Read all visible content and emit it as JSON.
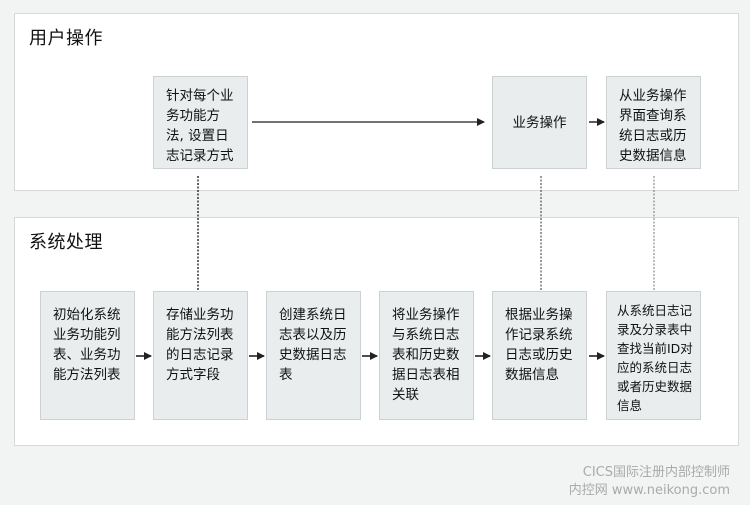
{
  "user_panel": {
    "title": "用户操作",
    "steps": [
      {
        "id": "u1",
        "text": "针对每个业\n务功能方\n法, 设置日\n志记录方式"
      },
      {
        "id": "u2",
        "text": "业务操作"
      },
      {
        "id": "u3",
        "text": "从业务操作\n界面查询系\n统日志或历\n史数据信息"
      }
    ]
  },
  "system_panel": {
    "title": "系统处理",
    "steps": [
      {
        "id": "s1",
        "text": "初始化系统\n业务功能列\n表、业务功\n能方法列表"
      },
      {
        "id": "s2",
        "text": "存储业务功\n能方法列表\n的日志记录\n方式字段"
      },
      {
        "id": "s3",
        "text": "创建系统日\n志表以及历\n史数据日志\n表"
      },
      {
        "id": "s4",
        "text": "将业务操作\n与系统日志\n表和历史数\n据日志表相\n关联"
      },
      {
        "id": "s5",
        "text": "根据业务操\n作记录系统\n日志或历史\n数据信息"
      },
      {
        "id": "s6",
        "text": "从系统日志记\n录及分录表中\n查找当前ID对\n应的系统日志\n或者历史数据\n信息"
      }
    ]
  },
  "connectors": {
    "arrows": [
      "u1->u2",
      "u2->u3",
      "s1->s2",
      "s2->s3",
      "s3->s4",
      "s4->s5",
      "s5->s6"
    ],
    "dotted_links": [
      "u1-s2",
      "u2-s5",
      "u3-s6"
    ]
  },
  "watermark": {
    "line1": "CICS国际注册内部控制师",
    "line2": "内控网 www.neikong.com"
  },
  "colors": {
    "background": "#f2f3f3",
    "panel": "#ffffff",
    "box_fill": "#eaeded",
    "box_border": "#c9d3d3",
    "arrow": "#333333",
    "watermark": "#a9abab"
  }
}
